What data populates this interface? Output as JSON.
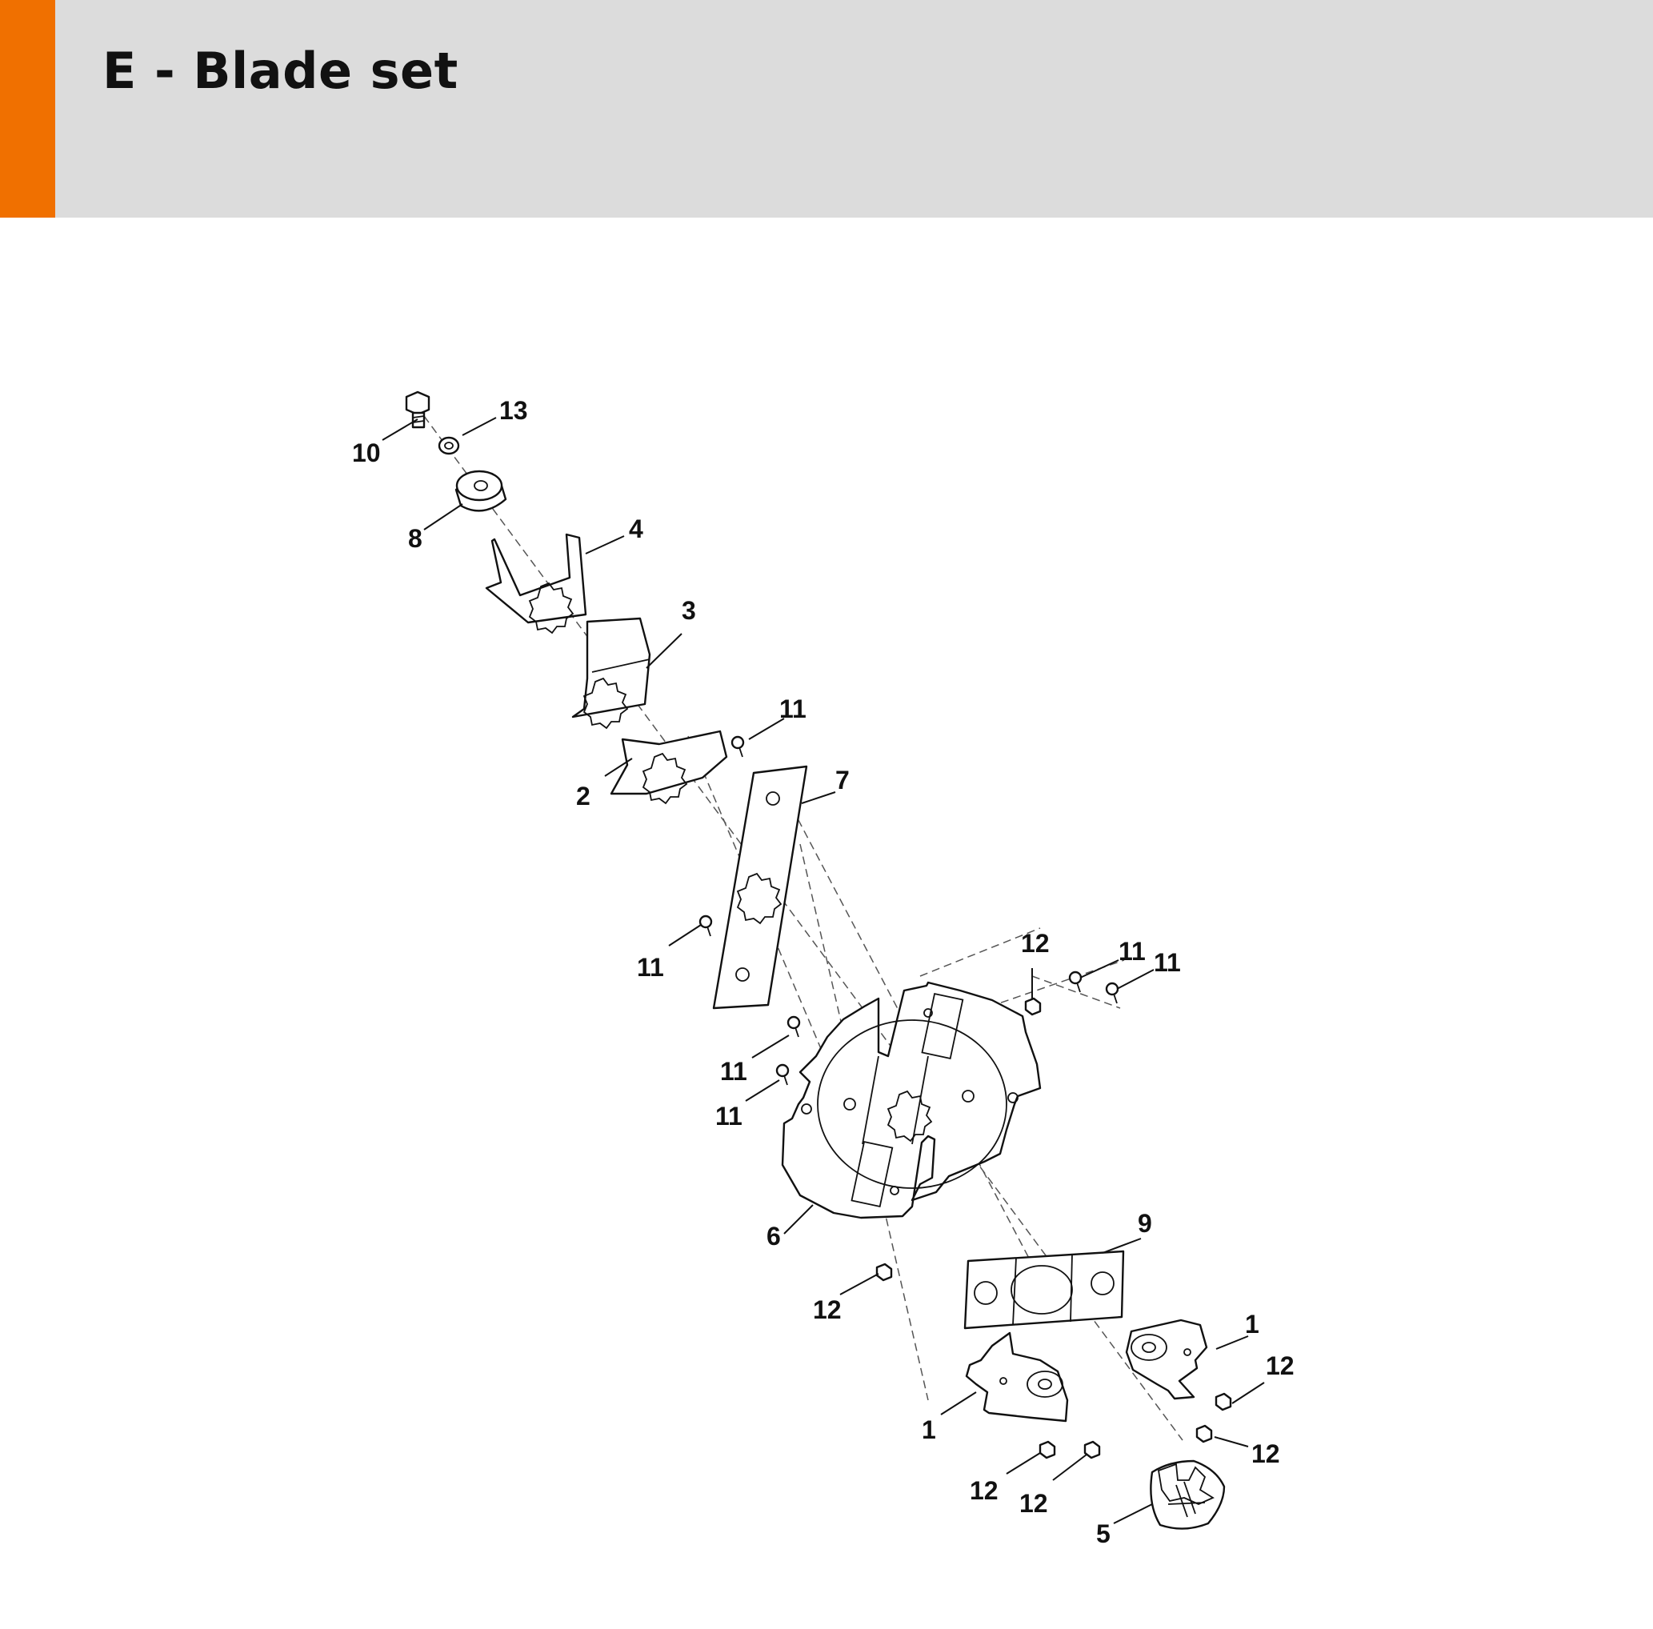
{
  "header": {
    "title": "E - Blade set",
    "accent_color": "#f07000",
    "background_color": "#dcdcdc"
  },
  "callouts": {
    "c10": "10",
    "c13": "13",
    "c8": "8",
    "c4": "4",
    "c3": "3",
    "c2": "2",
    "c11a": "11",
    "c7": "7",
    "c11b": "11",
    "c12a": "12",
    "c11c": "11",
    "c11d": "11",
    "c11e": "11",
    "c11f": "11",
    "c6": "6",
    "c9": "9",
    "c12b": "12",
    "c1a": "1",
    "c12c": "12",
    "c1b": "1",
    "c12d": "12",
    "c12e": "12",
    "c12f": "12",
    "c5": "5"
  }
}
